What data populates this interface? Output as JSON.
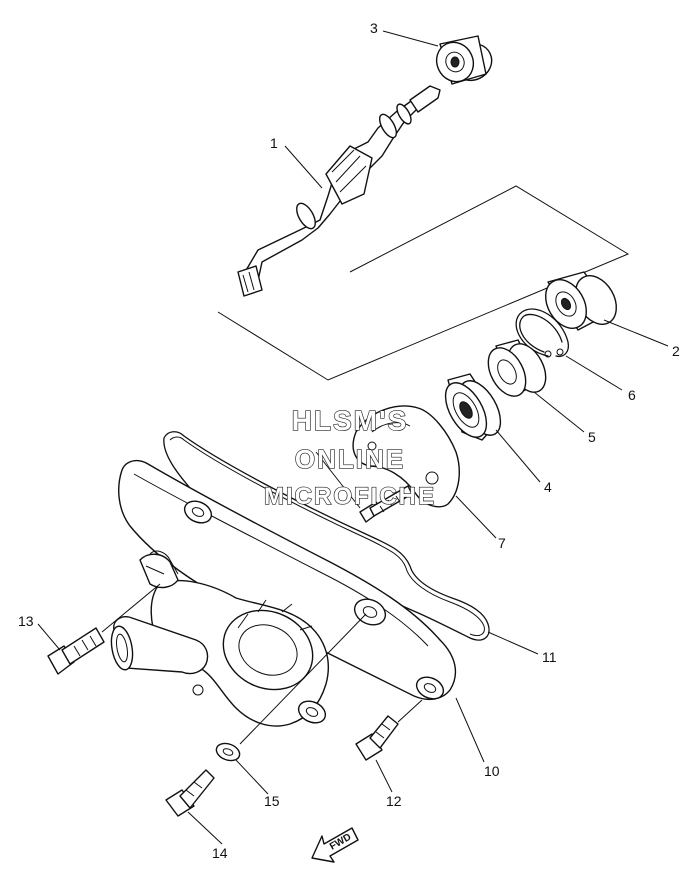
{
  "watermark": {
    "line1": "HLSM'S",
    "line2": "ONLINE",
    "line3": "MICROFICHE"
  },
  "direction_label": "FWD",
  "callouts": [
    "1",
    "2",
    "3",
    "4",
    "5",
    "6",
    "7",
    "10",
    "11",
    "12",
    "13",
    "14",
    "15"
  ]
}
